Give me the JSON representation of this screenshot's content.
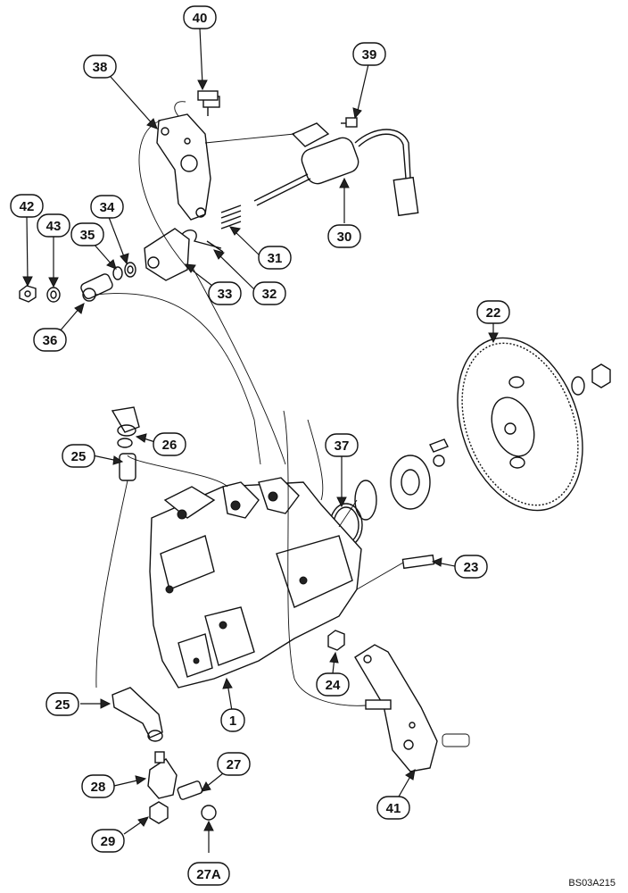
{
  "figure_code": "BS03A215",
  "callouts": [
    {
      "id": "c40",
      "label": "40"
    },
    {
      "id": "c38",
      "label": "38"
    },
    {
      "id": "c39",
      "label": "39"
    },
    {
      "id": "c42",
      "label": "42"
    },
    {
      "id": "c43",
      "label": "43"
    },
    {
      "id": "c34",
      "label": "34"
    },
    {
      "id": "c35",
      "label": "35"
    },
    {
      "id": "c30",
      "label": "30"
    },
    {
      "id": "c31",
      "label": "31"
    },
    {
      "id": "c33",
      "label": "33"
    },
    {
      "id": "c32",
      "label": "32"
    },
    {
      "id": "c36",
      "label": "36"
    },
    {
      "id": "c22",
      "label": "22"
    },
    {
      "id": "c26",
      "label": "26"
    },
    {
      "id": "c25a",
      "label": "25"
    },
    {
      "id": "c37",
      "label": "37"
    },
    {
      "id": "c23",
      "label": "23"
    },
    {
      "id": "c24",
      "label": "24"
    },
    {
      "id": "c25b",
      "label": "25"
    },
    {
      "id": "c1",
      "label": "1"
    },
    {
      "id": "c27",
      "label": "27"
    },
    {
      "id": "c28",
      "label": "28"
    },
    {
      "id": "c41",
      "label": "41"
    },
    {
      "id": "c29",
      "label": "29"
    },
    {
      "id": "c27a",
      "label": "27A"
    }
  ]
}
